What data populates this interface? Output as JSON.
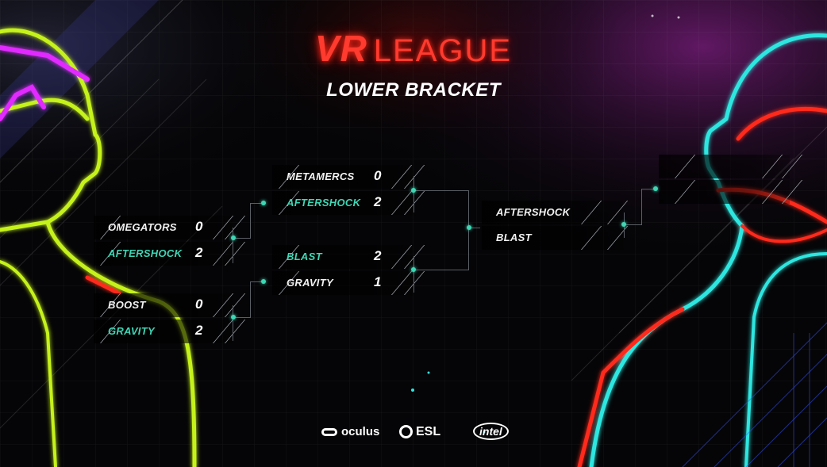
{
  "header": {
    "logo_vr": "VR",
    "logo_league": "LEAGUE",
    "subtitle": "LOWER BRACKET"
  },
  "round1": {
    "match1": [
      {
        "team": "OMEGATORS",
        "score": "0",
        "winner": false
      },
      {
        "team": "AFTERSHOCK",
        "score": "2",
        "winner": true
      }
    ],
    "match2": [
      {
        "team": "BOOST",
        "score": "0",
        "winner": false
      },
      {
        "team": "GRAVITY",
        "score": "2",
        "winner": true
      }
    ]
  },
  "round2": {
    "match1": [
      {
        "team": "METAMERCS",
        "score": "0",
        "winner": false
      },
      {
        "team": "AFTERSHOCK",
        "score": "2",
        "winner": true
      }
    ],
    "match2": [
      {
        "team": "BLAST",
        "score": "2",
        "winner": true
      },
      {
        "team": "GRAVITY",
        "score": "1",
        "winner": false
      }
    ]
  },
  "round3": {
    "match1": [
      {
        "team": "AFTERSHOCK",
        "score": "",
        "winner": false
      },
      {
        "team": "BLAST",
        "score": "",
        "winner": false
      }
    ]
  },
  "colors": {
    "accent_red": "#ff3a2e",
    "winner_teal": "#3fd6b4",
    "neon_yellow": "#c6f21a",
    "neon_cyan": "#2ee6e0",
    "neon_magenta": "#e02bff"
  },
  "sponsors": {
    "oculus": "oculus",
    "esl": "ESL",
    "intel": "intel"
  },
  "icons": [
    "oculus-logo-icon",
    "esl-logo-icon",
    "intel-logo-icon"
  ]
}
